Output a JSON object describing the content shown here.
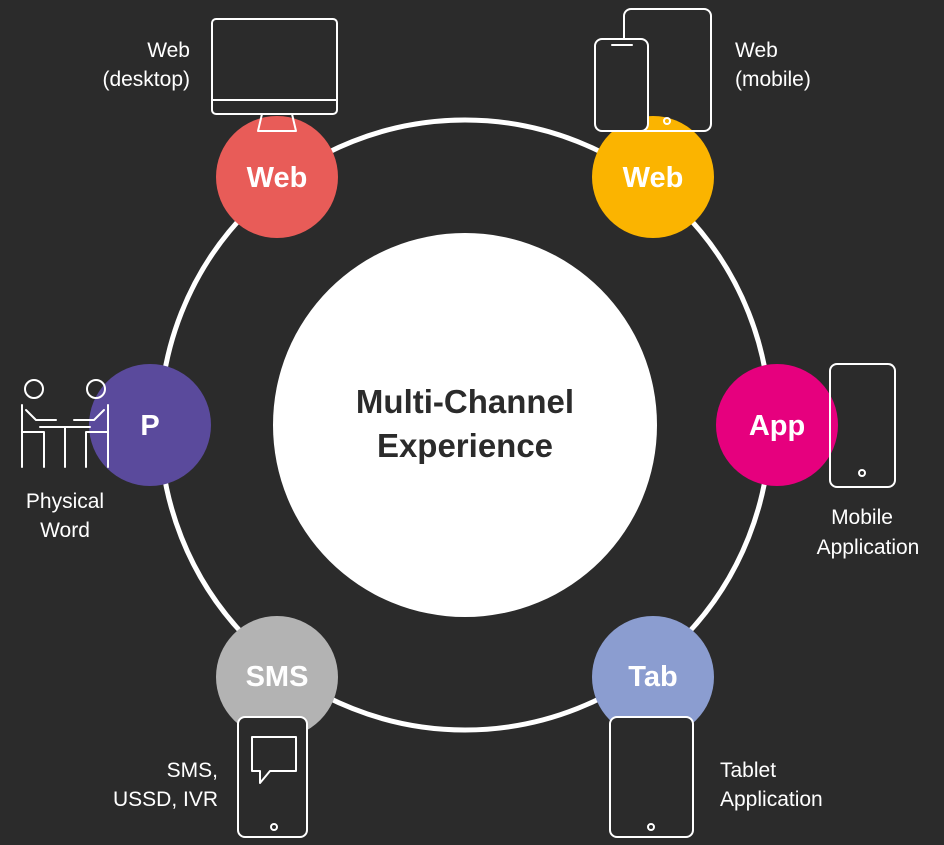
{
  "center": {
    "line1": "Multi-Channel",
    "line2": "Experience"
  },
  "nodes": {
    "web_desktop": {
      "label": "Web",
      "caption1": "Web",
      "caption2": "(desktop)",
      "color": "#e85c58",
      "icon": "desktop-monitor-icon"
    },
    "web_mobile": {
      "label": "Web",
      "caption1": "Web",
      "caption2": "(mobile)",
      "color": "#fbb400",
      "icon": "phone-and-tablet-icon"
    },
    "app": {
      "label": "App",
      "caption1": "Mobile",
      "caption2": "Application",
      "color": "#e6007e",
      "icon": "smartphone-icon"
    },
    "tab": {
      "label": "Tab",
      "caption1": "Tablet",
      "caption2": "Application",
      "color": "#8b9dd0",
      "icon": "tablet-icon"
    },
    "sms": {
      "label": "SMS",
      "caption1": "SMS,",
      "caption2": "USSD, IVR",
      "color": "#b3b3b3",
      "icon": "phone-chat-bubble-icon"
    },
    "physical": {
      "label": "P",
      "caption1": "Physical",
      "caption2": "Word",
      "color": "#5a4a9c",
      "icon": "people-meeting-icon"
    }
  },
  "colors": {
    "background": "#2b2b2b",
    "ring": "#ffffff",
    "center_fill": "#ffffff"
  }
}
